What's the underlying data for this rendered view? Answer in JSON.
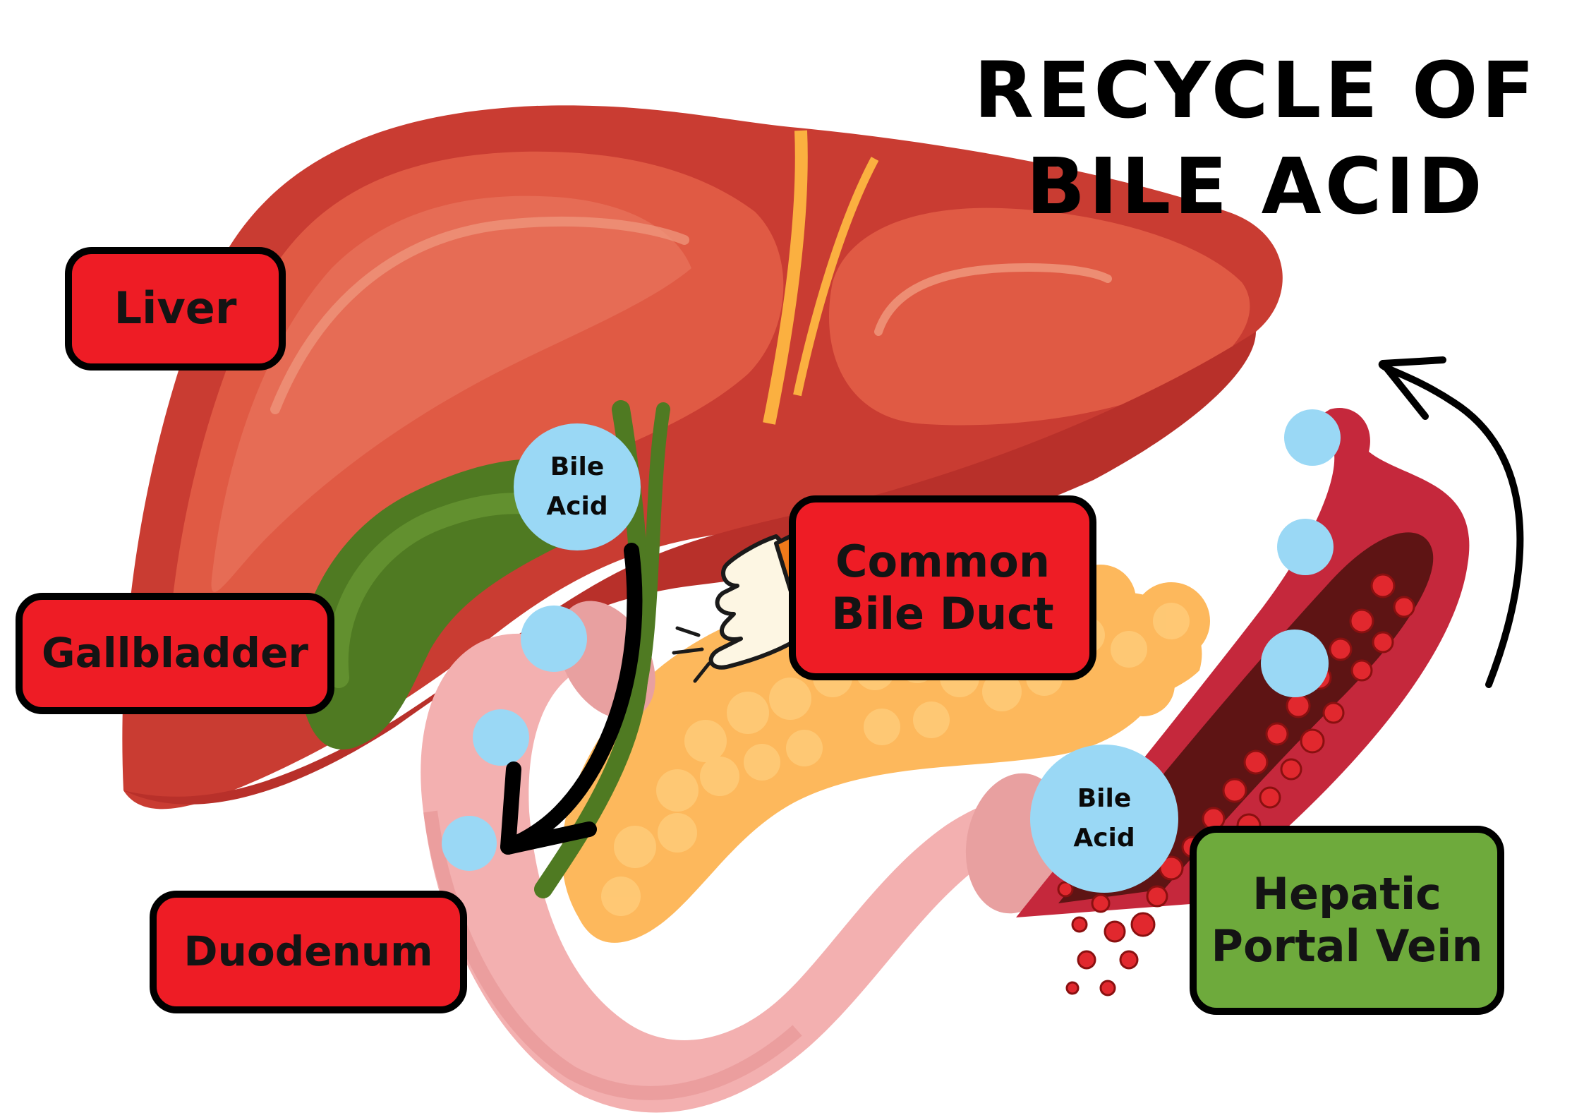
{
  "title": {
    "line1": "RECYCLE OF",
    "line2": "BILE ACID"
  },
  "labels": {
    "liver": "Liver",
    "gallbladder": "Gallbladder",
    "duodenum": "Duodenum",
    "common_bile_duct": {
      "line1": "Common",
      "line2": "Bile Duct"
    },
    "hepatic_portal_vein": {
      "line1": "Hepatic",
      "line2": "Portal Vein"
    }
  },
  "bubbles": {
    "bile_acid_top": {
      "line1": "Bile",
      "line2": "Acid"
    },
    "bile_acid_vein": {
      "line1": "Bile",
      "line2": "Acid"
    }
  },
  "colors": {
    "label_red": "#ee1c25",
    "label_green": "#6eaa3c",
    "liver": "#d84a3c",
    "bubble": "#9ad8f5",
    "gallbladder": "#4f7a22",
    "pancreas": "#fdb85c",
    "duodenum": "#f3b0b0",
    "vein": "#c5283c"
  }
}
